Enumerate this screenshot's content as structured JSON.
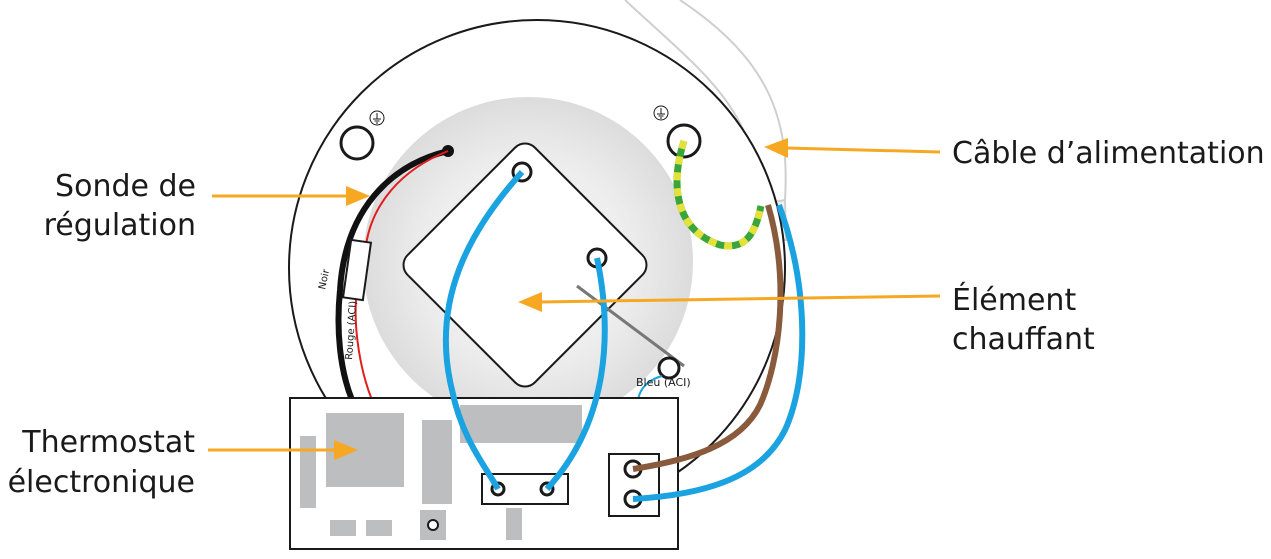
{
  "labels": {
    "sensor": [
      "Sonde de",
      "régulation"
    ],
    "power_cable": "Câble d’alimentation",
    "heating_element": [
      "Élément",
      "chauffant"
    ],
    "thermostat": [
      "Thermostat",
      "électronique"
    ]
  },
  "wire_labels": {
    "black": "Noir",
    "red": "Rouge (ACI)",
    "blue": "Bleu (ACI)"
  },
  "colors": {
    "arrow": "#f7a823",
    "wire_blue": "#1aa3e0",
    "wire_brown": "#8a5a3c",
    "wire_green": "#3aa53a",
    "wire_yellow": "#e6e03a",
    "wire_red": "#e11d1d",
    "wire_black": "#111111",
    "component_gray": "#bcbec0",
    "element_fill": "#e4e4e4"
  },
  "icons": [
    "ground-symbol-icon"
  ]
}
